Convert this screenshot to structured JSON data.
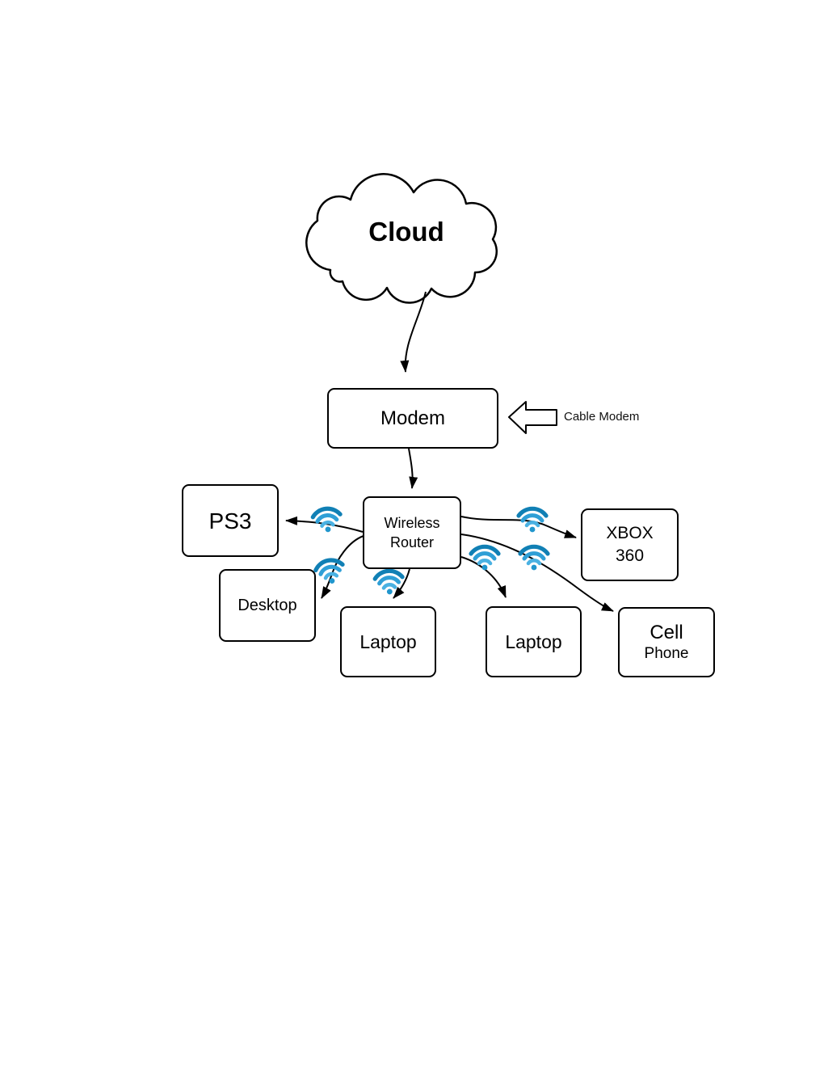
{
  "page": {
    "background": "#ffffff"
  },
  "diagram": {
    "cloud": {
      "label": "Cloud"
    },
    "nodes": {
      "modem": {
        "label": "Modem"
      },
      "router": {
        "line1": "Wireless",
        "line2": "Router"
      },
      "ps3": {
        "label": "PS3"
      },
      "desktop": {
        "label": "Desktop"
      },
      "laptop1": {
        "label": "Laptop"
      },
      "laptop2": {
        "label": "Laptop"
      },
      "xbox": {
        "line1": "XBOX",
        "line2": "360"
      },
      "cell": {
        "line1": "Cell",
        "line2": "Phone"
      }
    },
    "annotation": {
      "label": "Cable Modem"
    },
    "colors": {
      "stroke": "#000000",
      "node_fill": "#ffffff",
      "wifi_outer": "#1180b5",
      "wifi_middle": "#2f9fd6",
      "wifi_inner": "#4ab1e2",
      "wifi_dot": "#2196cd"
    }
  }
}
